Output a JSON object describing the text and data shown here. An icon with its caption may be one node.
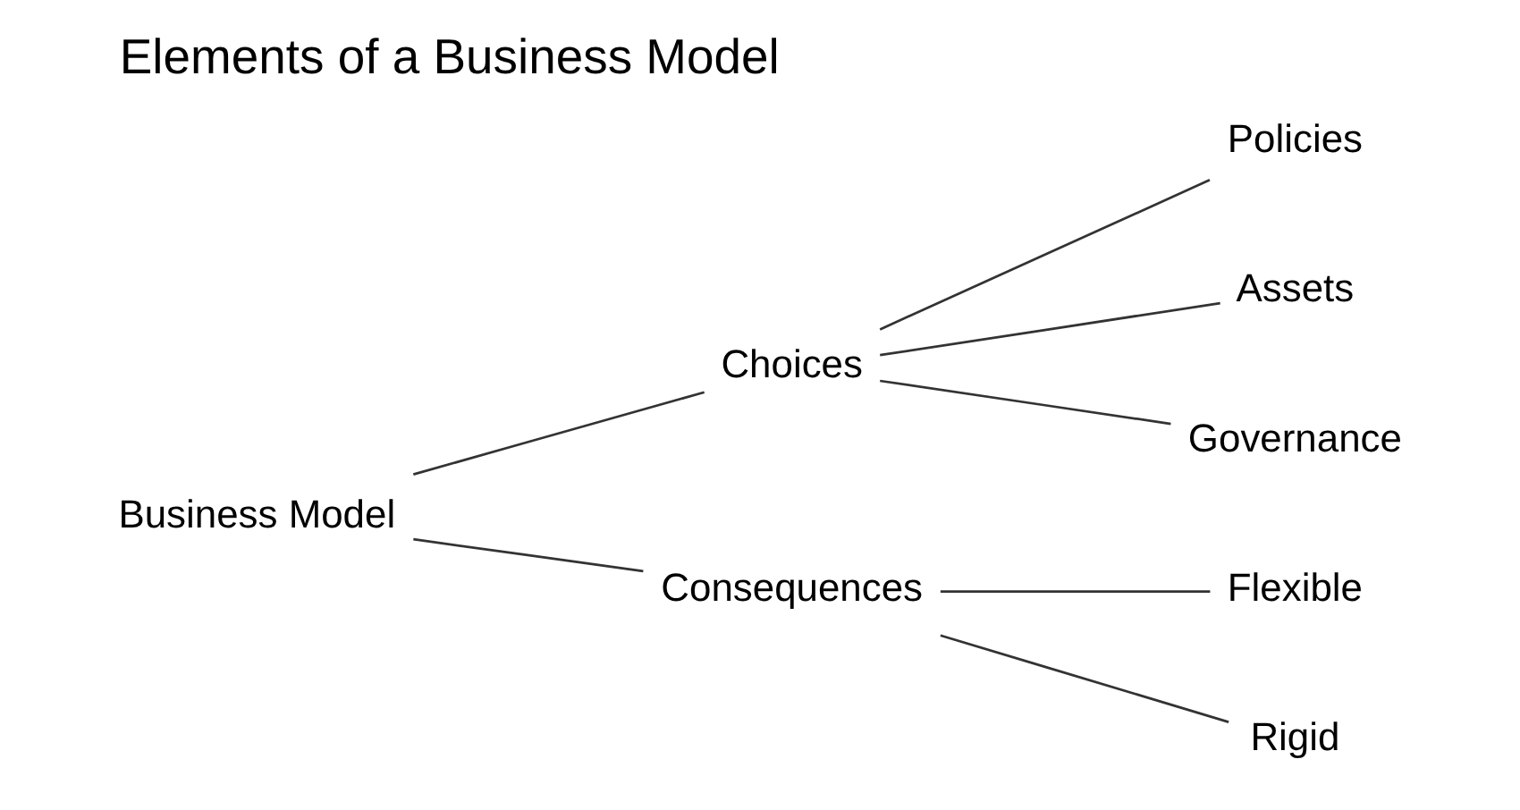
{
  "diagram": {
    "title": "Elements of a Business Model",
    "nodes": [
      {
        "text": [
          "Business Model"
        ]
      },
      {
        "text": [
          "Choices"
        ]
      },
      {
        "text": [
          "Consequences"
        ]
      },
      {
        "text": [
          "Policies"
        ]
      },
      {
        "text": [
          "Assets"
        ]
      },
      {
        "text": [
          "Governance"
        ]
      },
      {
        "text": [
          "Flexible"
        ]
      },
      {
        "text": [
          "Rigid"
        ]
      }
    ],
    "edges": [
      {
        "from": 0,
        "to": 1,
        "arrow": "none"
      },
      {
        "from": 0,
        "to": 2,
        "arrow": "none"
      },
      {
        "from": 1,
        "to": 3,
        "arrow": "none"
      },
      {
        "from": 1,
        "to": 4,
        "arrow": "none"
      },
      {
        "from": 1,
        "to": 5,
        "arrow": "none"
      },
      {
        "from": 2,
        "to": 6,
        "arrow": "none"
      },
      {
        "from": 2,
        "to": 7,
        "arrow": "none"
      }
    ]
  }
}
